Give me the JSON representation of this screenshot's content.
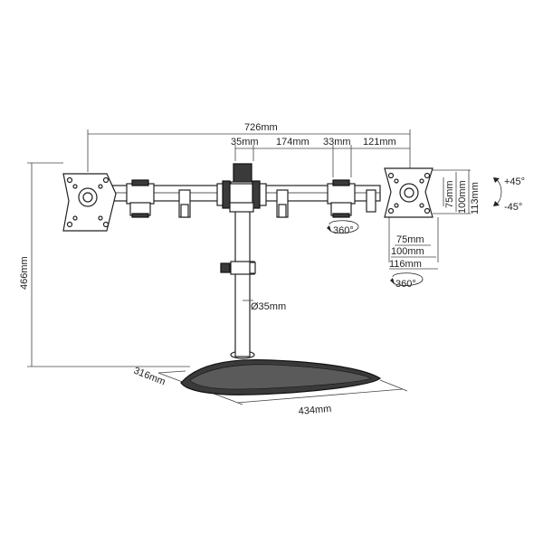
{
  "dimensions": {
    "total_width": "726mm",
    "pole_diameter_top": "35mm",
    "arm_segment": "174mm",
    "joint_width": "33mm",
    "outer_arm": "121mm",
    "height": "466mm",
    "pole_diameter": "Ø35mm",
    "base_depth": "316mm",
    "base_width": "434mm",
    "vesa_75_h": "75mm",
    "vesa_100_h": "100mm",
    "plate_113_h": "113mm",
    "vesa_75_w": "75mm",
    "vesa_100_w": "100mm",
    "plate_116_w": "116mm"
  },
  "rotation": {
    "swivel_arm": "360°",
    "rotate_plate": "360°",
    "tilt_up": "+45°",
    "tilt_down": "-45°"
  }
}
